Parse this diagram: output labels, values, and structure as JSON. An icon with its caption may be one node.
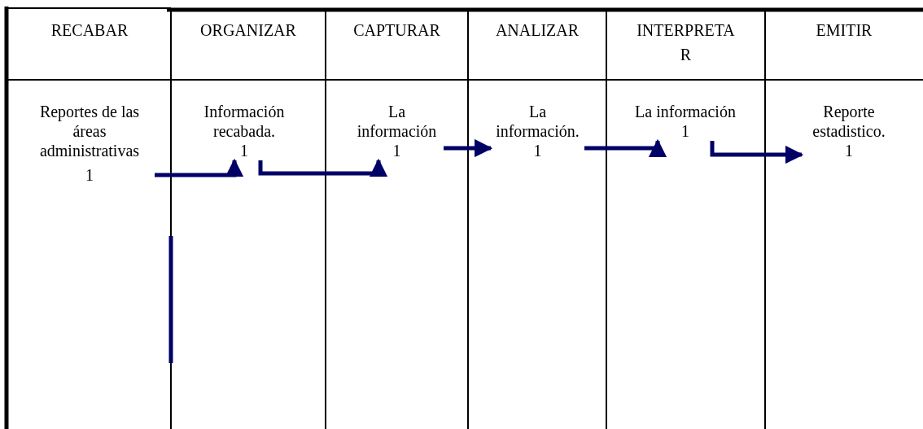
{
  "diagram": {
    "nodes": [
      {
        "text": [
          "Reportes de las áreas administrativas",
          "1"
        ]
      },
      {
        "text": [
          "Información recabada.",
          "1"
        ]
      },
      {
        "text": [
          "La información",
          "1"
        ]
      },
      {
        "text": [
          "La información.",
          "1"
        ]
      },
      {
        "text": [
          "La información",
          "1"
        ]
      },
      {
        "text": [
          "Reporte estadistico.",
          "1"
        ]
      }
    ],
    "edges": [
      {
        "from": 0,
        "to": 1,
        "arrow": "to"
      },
      {
        "from": 1,
        "to": 2,
        "arrow": "to"
      },
      {
        "from": 2,
        "to": 3,
        "arrow": "to"
      },
      {
        "from": 3,
        "to": 4,
        "arrow": "to"
      },
      {
        "from": 4,
        "to": 5,
        "arrow": "to"
      }
    ],
    "labels": [
      "RECABAR",
      "ORGANIZAR",
      "CAPTURAR",
      "ANALIZAR",
      "INTERPRETA R",
      "EMITIR"
    ]
  }
}
